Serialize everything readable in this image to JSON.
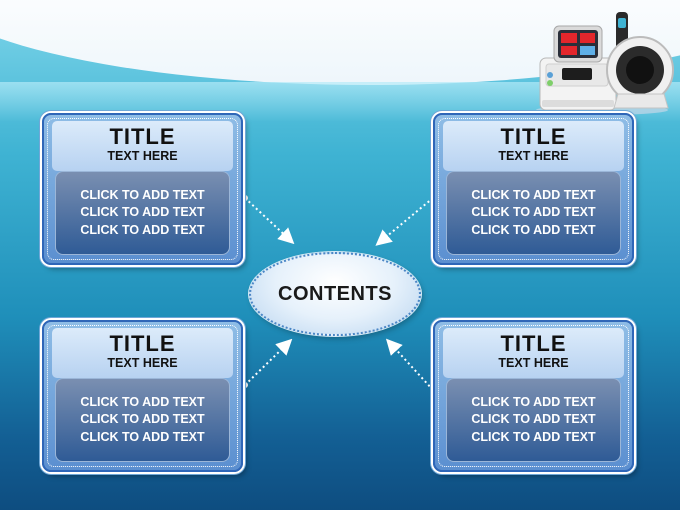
{
  "slide": {
    "center_label": "CONTENTS",
    "cards": [
      {
        "title": "TITLE",
        "subtitle": "TEXT HERE",
        "lines": [
          "CLICK TO ADD TEXT",
          "CLICK TO ADD TEXT",
          "CLICK TO ADD TEXT"
        ]
      },
      {
        "title": "TITLE",
        "subtitle": "TEXT HERE",
        "lines": [
          "CLICK TO ADD TEXT",
          "CLICK TO ADD TEXT",
          "CLICK TO ADD TEXT"
        ]
      },
      {
        "title": "TITLE",
        "subtitle": "TEXT HERE",
        "lines": [
          "CLICK TO ADD TEXT",
          "CLICK TO ADD TEXT",
          "CLICK TO ADD TEXT"
        ]
      },
      {
        "title": "TITLE",
        "subtitle": "TEXT HERE",
        "lines": [
          "CLICK TO ADD TEXT",
          "CLICK TO ADD TEXT",
          "CLICK TO ADD TEXT"
        ]
      }
    ]
  },
  "colors": {
    "background_top": "#7fd6ea",
    "background_bottom": "#0e4d80",
    "card_border": "#2f66b8",
    "card_body": "#2f5b96",
    "connector": "#ffffff",
    "device_display": "#e3262c"
  },
  "device": {
    "icon": "blood-pressure-monitor-icon"
  }
}
